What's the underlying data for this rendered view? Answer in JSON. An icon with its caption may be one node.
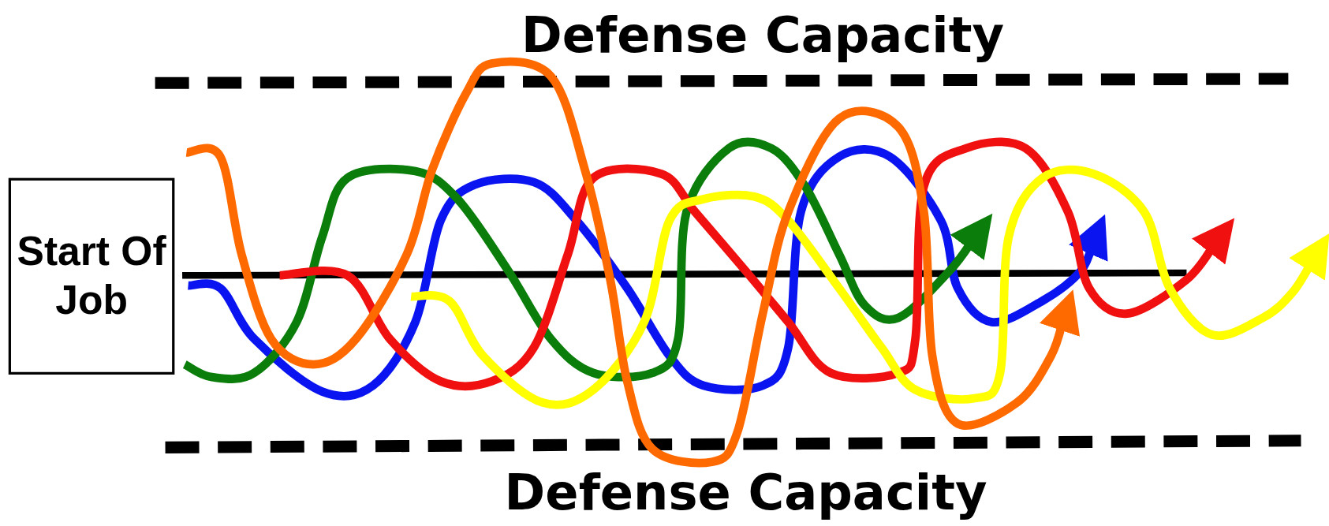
{
  "diagram": {
    "nodes": [
      {
        "text": [
          "Start Of Job"
        ]
      }
    ],
    "edges": [],
    "labels": [
      "Defense Capacity",
      "Defense Capacity"
    ]
  }
}
